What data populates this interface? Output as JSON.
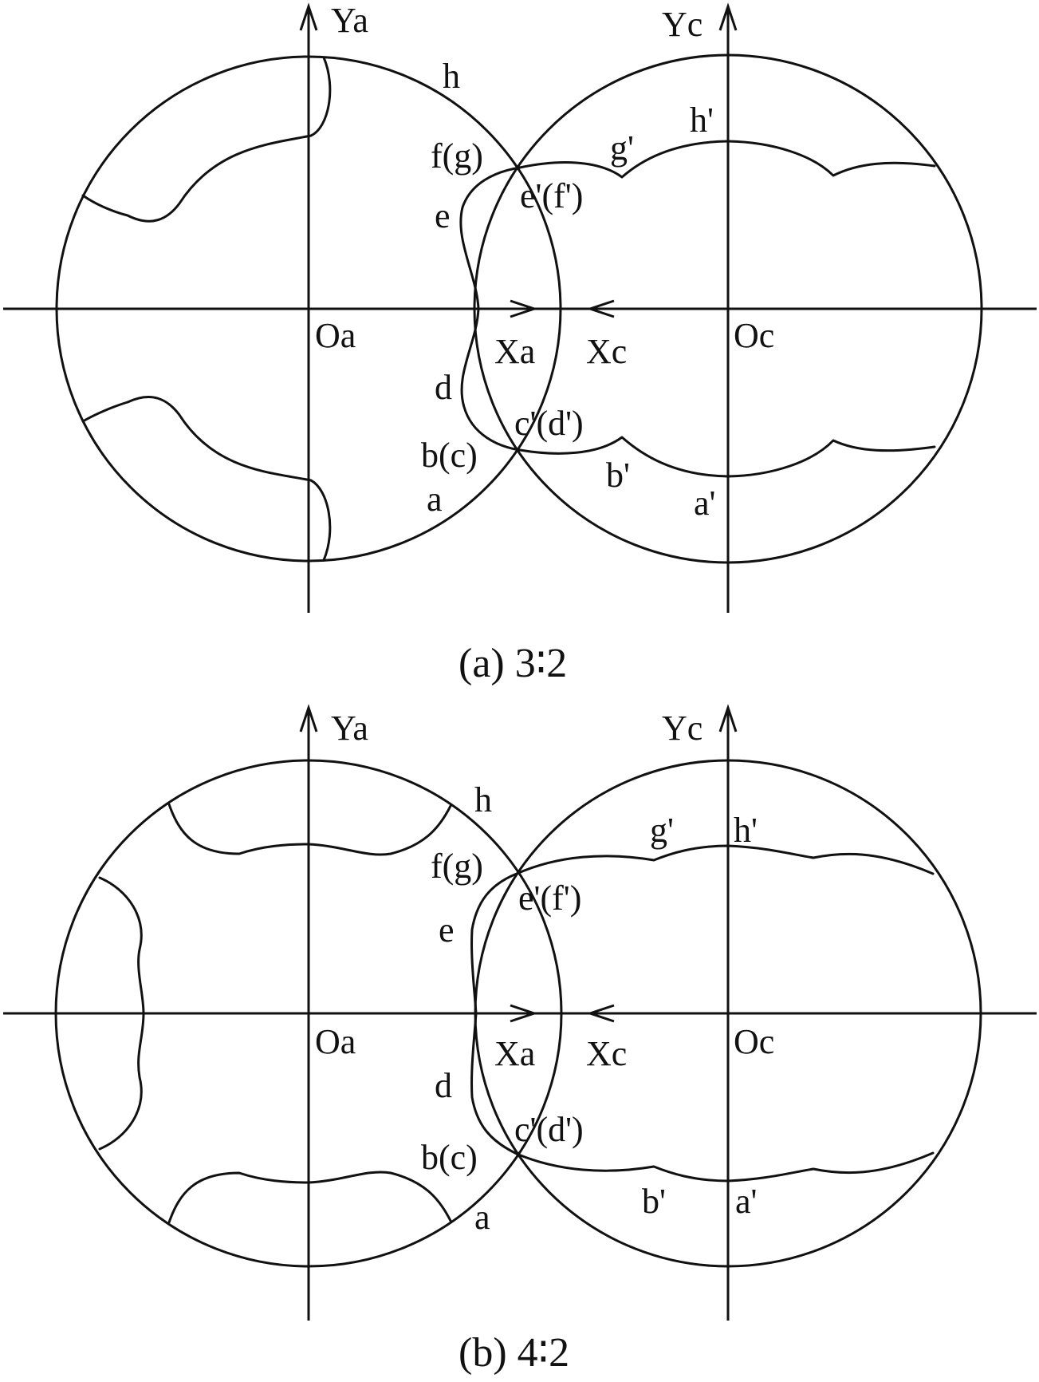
{
  "panels": [
    {
      "caption": "(a) 3∶2",
      "axes": {
        "ya": "Ya",
        "yc": "Yc",
        "oa": "Oa",
        "oc": "Oc",
        "xa": "Xa",
        "xc": "Xc"
      },
      "points_left": [
        "h",
        "f(g)",
        "e",
        "d",
        "b(c)",
        "a"
      ],
      "points_right": [
        "g'",
        "h'",
        "e'(f')",
        "c'(d')",
        "b'",
        "a'"
      ]
    },
    {
      "caption": "(b) 4∶2",
      "axes": {
        "ya": "Ya",
        "yc": "Yc",
        "oa": "Oa",
        "oc": "Oc",
        "xa": "Xa",
        "xc": "Xc"
      },
      "points_left": [
        "h",
        "f(g)",
        "e",
        "d",
        "b(c)",
        "a"
      ],
      "points_right": [
        "g'",
        "h'",
        "e'(f')",
        "c'(d')",
        "b'",
        "a'"
      ]
    }
  ],
  "colors": {
    "line": "#111111",
    "background": "#ffffff"
  }
}
